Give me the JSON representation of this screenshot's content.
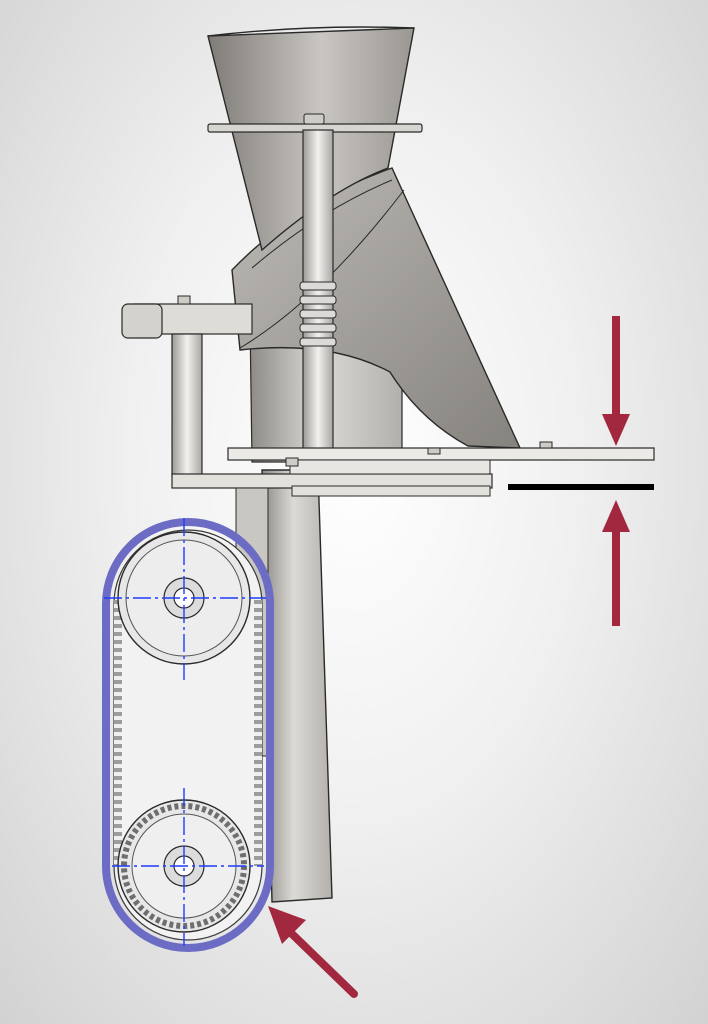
{
  "diagram": {
    "type": "cad-mechanical-assembly",
    "colors": {
      "background": "#e6e6e6",
      "metal": "#cfccc7",
      "metal_dark": "#8e8b86",
      "outline": "#2a2a2a",
      "belt": "#6c6cc4",
      "centerline": "#1f3cff",
      "arrow": "#a2283f",
      "gap_line": "#000000"
    },
    "components": [
      {
        "name": "funnel-hopper",
        "icon": "funnel-icon"
      },
      {
        "name": "inclined-chute",
        "icon": "chute-icon"
      },
      {
        "name": "vertical-tube",
        "icon": "tube-icon"
      },
      {
        "name": "support-rod",
        "icon": "rod-icon"
      },
      {
        "name": "side-post",
        "icon": "post-icon"
      },
      {
        "name": "mounting-plate",
        "icon": "plate-icon"
      },
      {
        "name": "belt-drive",
        "icon": "belt-icon"
      },
      {
        "name": "upper-pulley",
        "icon": "pulley-icon"
      },
      {
        "name": "lower-pulley",
        "icon": "pulley-icon"
      }
    ],
    "annotations": [
      {
        "name": "arrow-down-to-plate",
        "icon": "arrow-down-icon"
      },
      {
        "name": "arrow-up-to-plate",
        "icon": "arrow-up-icon"
      },
      {
        "name": "gap-line",
        "icon": "horizontal-line-icon"
      },
      {
        "name": "arrow-to-belt",
        "icon": "arrow-diagonal-icon"
      }
    ]
  }
}
